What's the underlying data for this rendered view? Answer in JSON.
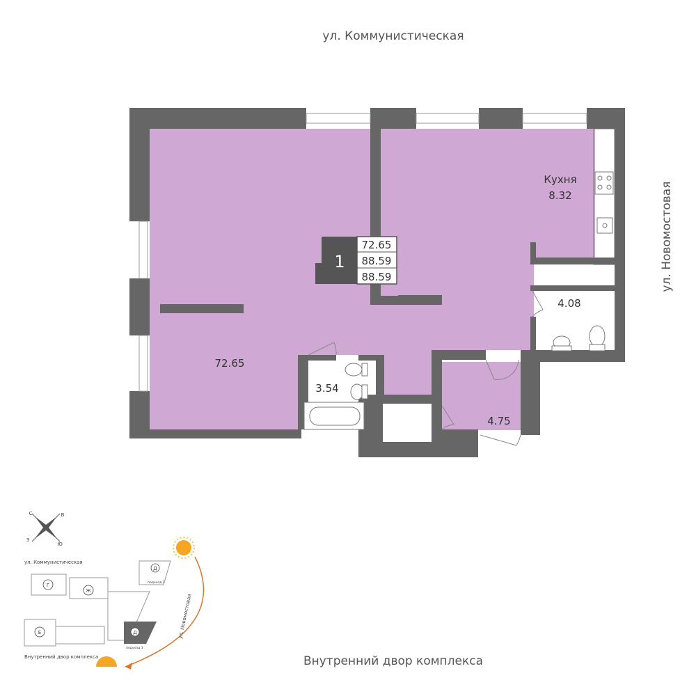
{
  "streets": {
    "top": "ул. Коммунистическая",
    "right": "ул. Новомостовая",
    "bottom": "Внутренний двор комплекса"
  },
  "badge": {
    "rooms": "1",
    "areas": [
      "72.65",
      "88.59",
      "88.59"
    ]
  },
  "rooms": {
    "living": "72.65",
    "kitchen_name": "Кухня",
    "kitchen_area": "8.32",
    "bath_big": "4.08",
    "bath_small": "3.54",
    "hall": "4.75"
  },
  "compass": {
    "n": "С",
    "e": "В",
    "s": "Ю",
    "w": "З"
  },
  "site_plan": {
    "street_top": "ул. Коммунистическая",
    "street_right": "ул. Новомостовая",
    "street_bottom": "Внутренний двор комплекса",
    "buildings": [
      "Г",
      "Ж",
      "Д",
      "Е",
      "Д"
    ],
    "entrance_1": "подъезд 1",
    "entrance_2": "подъезд 2"
  },
  "colors": {
    "floor": "#cfa9d4",
    "wall": "#666666",
    "badge": "#555555"
  }
}
